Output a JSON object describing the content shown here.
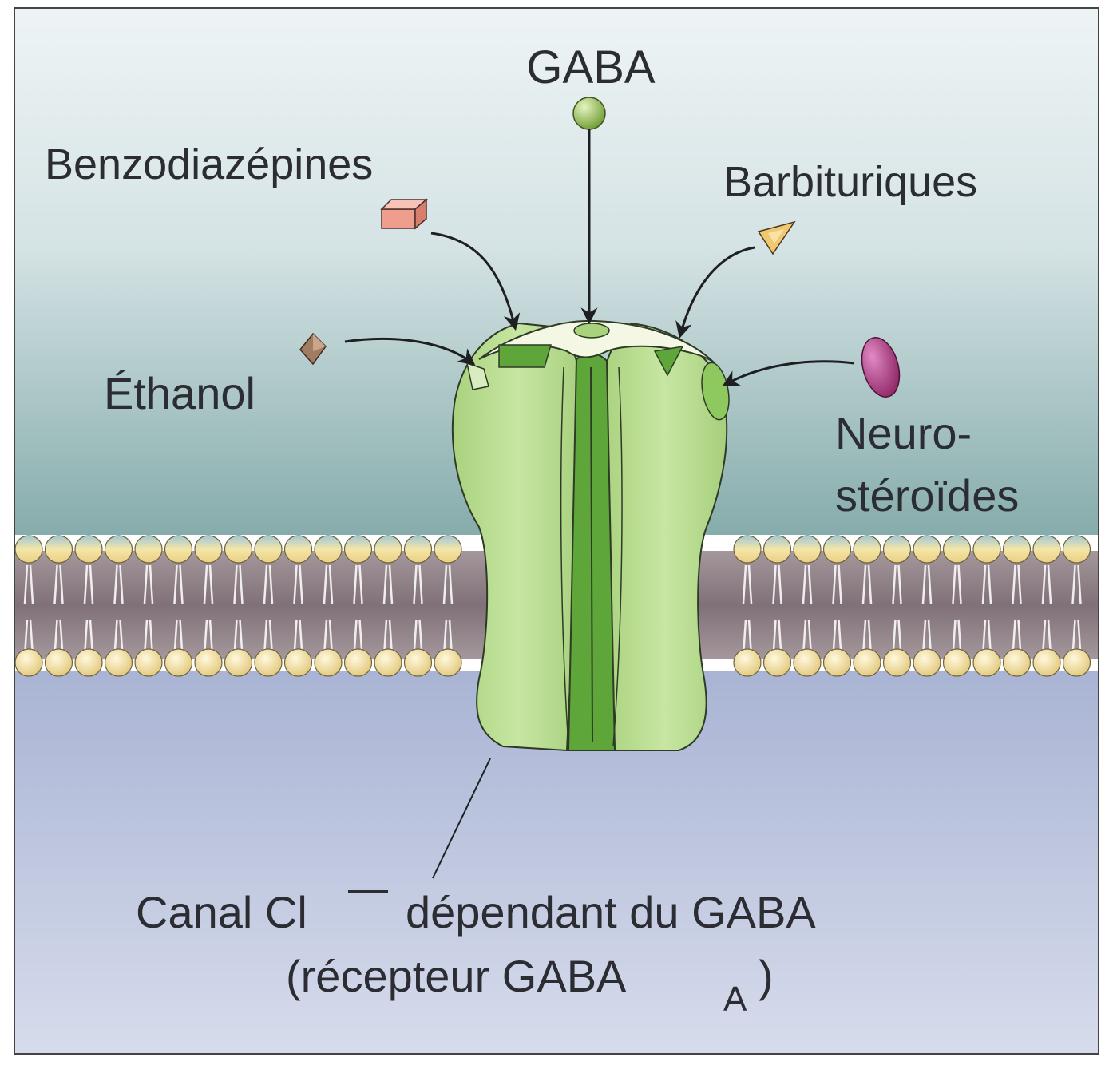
{
  "labels": {
    "gaba": "GABA",
    "benzodiazepines": "Benzodiazépines",
    "barbituriques": "Barbituriques",
    "ethanol": "Éthanol",
    "neurosteroides_line1": "Neuro-",
    "neurosteroides_line2": "stéroïdes",
    "canal_part1": "Canal Cl",
    "canal_part2": "dépendant du GABA",
    "recepteur_part1": "(récepteur GABA",
    "recepteur_subscript": "A",
    "recepteur_close": ")"
  },
  "colors": {
    "extracellular_top": "#e9f1f3",
    "extracellular_bottom": "#8fb3b3",
    "intracellular": "#b6c0dd",
    "receptor_light": "#b9dc90",
    "receptor_dark": "#5fa63c",
    "head_groups": "#f0dd98",
    "lipid_core": "#97888e",
    "benzodiazepine": "#ef9d8c",
    "barbiturate": "#f1c872",
    "ethanol": "#a07c62",
    "neurosteroid": "#b23a86",
    "gaba": "#8bbd47"
  },
  "icons": [
    "gaba-ligand-icon",
    "benzodiazepine-icon",
    "barbiturate-icon",
    "ethanol-icon",
    "neurosteroid-icon"
  ]
}
